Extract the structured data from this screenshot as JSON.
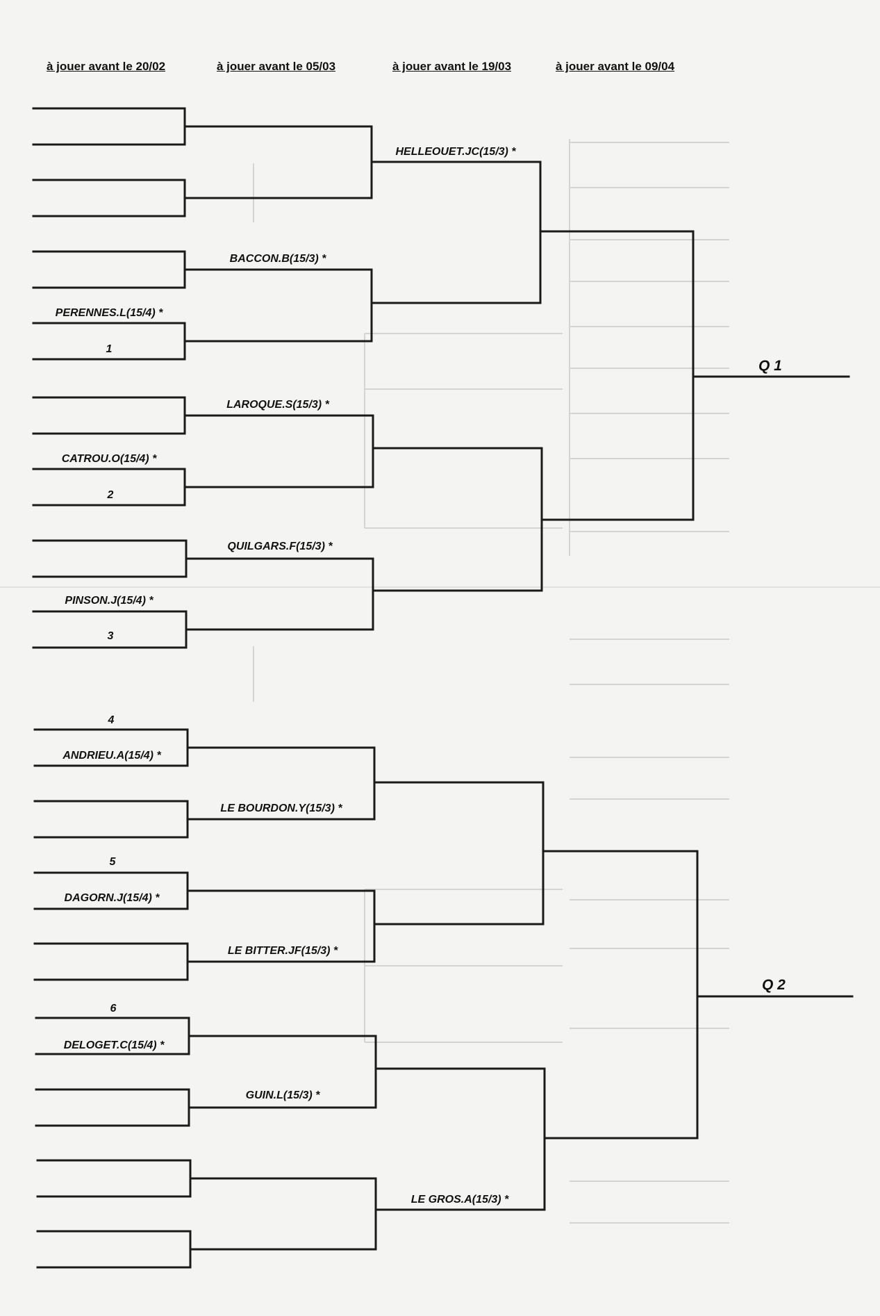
{
  "headers": [
    "à jouer avant le 20/02",
    "à jouer avant le 05/03",
    "à jouer avant le 19/03",
    "à jouer avant le 09/04"
  ],
  "seeds": [
    "1",
    "2",
    "3",
    "4",
    "5",
    "6"
  ],
  "round1_named": {
    "perennes": "PERENNES.L(15/4) *",
    "catrou": "CATROU.O(15/4) *",
    "pinson": "PINSON.J(15/4) *",
    "andrieu": "ANDRIEU.A(15/4) *",
    "dagorn": "DAGORN.J(15/4) *",
    "deloget": "DELOGET.C(15/4) *"
  },
  "round2_named": {
    "baccon": "BACCON.B(15/3) *",
    "laroque": "LAROQUE.S(15/3) *",
    "quilgars": "QUILGARS.F(15/3) *",
    "le_bourdon": "LE BOURDON.Y(15/3) *",
    "le_bitter": "LE BITTER.JF(15/3) *",
    "guin": "GUIN.L(15/3) *"
  },
  "round3_named": {
    "helleouet": "HELLEOUET.JC(15/3) *",
    "le_gros": "LE GROS.A(15/3) *"
  },
  "qualifiers": [
    "Q 1",
    "Q 2"
  ]
}
